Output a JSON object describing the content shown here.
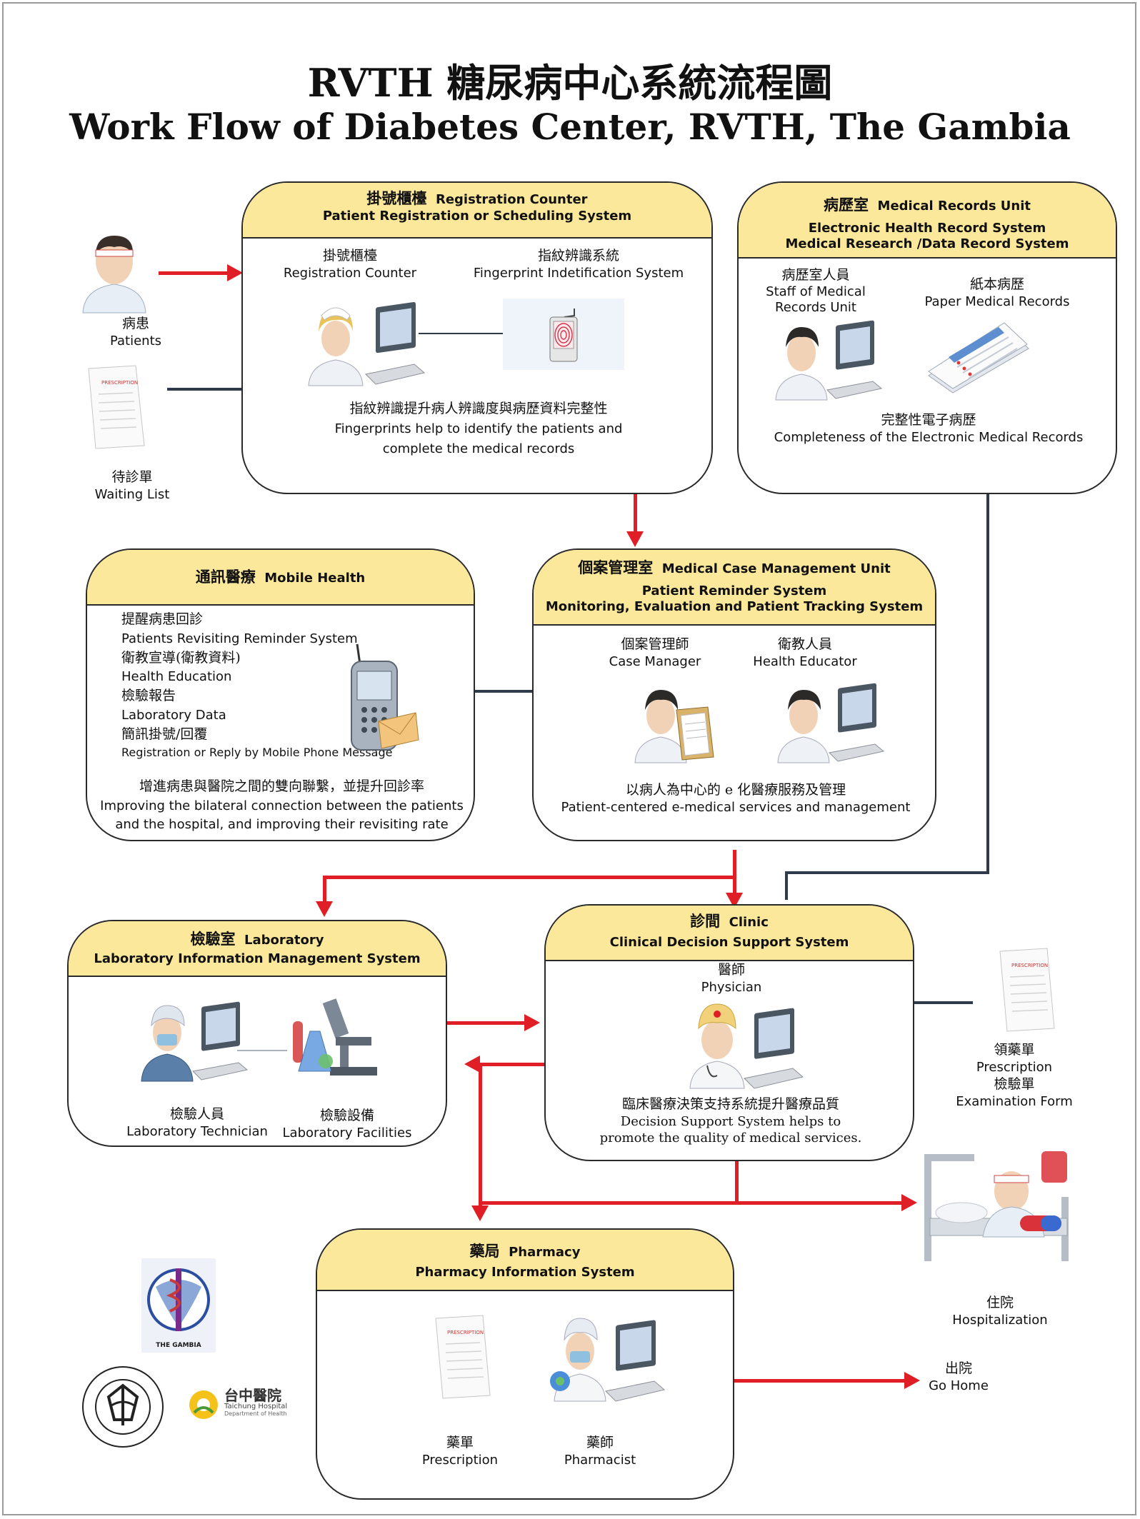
{
  "title": {
    "zh": "RVTH 糖尿病中心系統流程圖",
    "en": "Work Flow of Diabetes Center, RVTH, The Gambia"
  },
  "left_inputs": {
    "patients": {
      "zh": "病患",
      "en": "Patients"
    },
    "waiting_list": {
      "zh": "待診單",
      "en": "Waiting List"
    },
    "prescription_form_label": "PRESCRIPTION"
  },
  "registration": {
    "header_zh": "掛號櫃檯",
    "header_en": "Registration Counter",
    "header_sub": "Patient Registration or Scheduling System",
    "counter": {
      "zh": "掛號櫃檯",
      "en": "Registration Counter"
    },
    "fingerprint": {
      "zh": "指紋辨識系統",
      "en": "Fingerprint Indetification System"
    },
    "note_zh": "指紋辨識提升病人辨識度與病歷資料完整性",
    "note_en1": "Fingerprints help to identify the patients and",
    "note_en2": "complete the medical records"
  },
  "records": {
    "header_zh": "病歷室",
    "header_en": "Medical Records Unit",
    "header_sub1": "Electronic Health Record System",
    "header_sub2": "Medical Research /Data Record System",
    "staff": {
      "zh": "病歷室人員",
      "en1": "Staff of Medical",
      "en2": "Records Unit"
    },
    "paper": {
      "zh": "紙本病歷",
      "en": "Paper Medical Records"
    },
    "note_zh": "完整性電子病歷",
    "note_en": "Completeness of the Electronic Medical Records"
  },
  "mobile": {
    "header_zh": "通訊醫療",
    "header_en": "Mobile Health",
    "items": [
      {
        "zh": "提醒病患回診",
        "en": "Patients Revisiting Reminder System"
      },
      {
        "zh": "衛教宣導(衛教資料)",
        "en": "Health Education"
      },
      {
        "zh": "檢驗報告",
        "en": "Laboratory Data"
      },
      {
        "zh": "簡訊掛號/回覆",
        "en": "Registration or Reply by Mobile Phone Message"
      }
    ],
    "note_zh": "增進病患與醫院之間的雙向聯繫，並提升回診率",
    "note_en1": "Improving the bilateral connection between the patients",
    "note_en2": "and the hospital, and improving their revisiting rate"
  },
  "case": {
    "header_zh": "個案管理室",
    "header_en": "Medical Case Management Unit",
    "header_sub1": "Patient Reminder System",
    "header_sub2": "Monitoring, Evaluation and Patient Tracking System",
    "manager": {
      "zh": "個案管理師",
      "en": "Case Manager"
    },
    "educator": {
      "zh": "衛教人員",
      "en": "Health Educator"
    },
    "note_zh": "以病人為中心的 e 化醫療服務及管理",
    "note_en": "Patient-centered e-medical services and management"
  },
  "lab": {
    "header_zh": "檢驗室",
    "header_en": "Laboratory",
    "header_sub": "Laboratory Information Management System",
    "tech": {
      "zh": "檢驗人員",
      "en": "Laboratory Technician"
    },
    "facilities": {
      "zh": "檢驗設備",
      "en": "Laboratory Facilities"
    }
  },
  "clinic": {
    "header_zh": "診間",
    "header_en": "Clinic",
    "header_sub": "Clinical Decision Support System",
    "physician": {
      "zh": "醫師",
      "en": "Physician"
    },
    "note_zh": "臨床醫療決策支持系統提升醫療品質",
    "note_en1": "Decision Support System helps to",
    "note_en2": "promote the quality of medical services."
  },
  "clinic_forms": {
    "prescription": {
      "zh": "領藥單",
      "en": "Prescription"
    },
    "exam": {
      "zh": "檢驗單",
      "en": "Examination Form"
    }
  },
  "pharmacy": {
    "header_zh": "藥局",
    "header_en": "Pharmacy",
    "header_sub": "Pharmacy Information System",
    "prescription": {
      "zh": "藥單",
      "en": "Prescription"
    },
    "pharmacist": {
      "zh": "藥師",
      "en": "Pharmacist"
    }
  },
  "outcomes": {
    "hospitalization": {
      "zh": "住院",
      "en": "Hospitalization"
    },
    "go_home": {
      "zh": "出院",
      "en": "Go Home"
    }
  },
  "logos": {
    "rvth_text": "THE GAMBIA",
    "taichung_zh": "台中醫院",
    "taichung_en1": "Taichung Hospital",
    "taichung_en2": "Department of Health"
  },
  "colors": {
    "header_fill": "#fce89a",
    "arrow_red": "#e01e25",
    "connector_dark": "#2f3b4a"
  }
}
